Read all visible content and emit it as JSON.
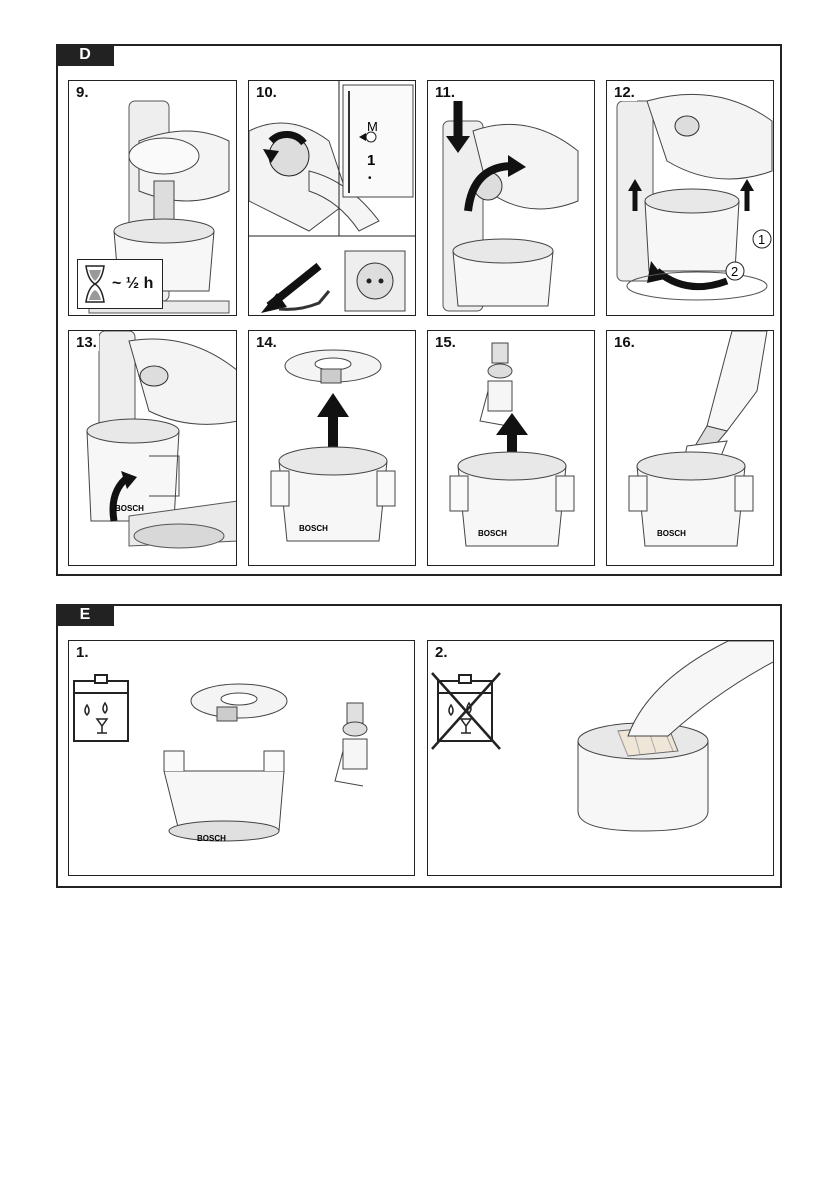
{
  "section_d": {
    "label": "D",
    "steps": [
      "9.",
      "10.",
      "11.",
      "12.",
      "13.",
      "14.",
      "15.",
      "16."
    ],
    "time_badge": "~ ½ h",
    "dial_marks": [
      "M",
      "1",
      "•"
    ],
    "callouts": [
      "1",
      "2"
    ],
    "brand": "BOSCH"
  },
  "section_e": {
    "label": "E",
    "steps": [
      "1.",
      "2."
    ],
    "brand": "BOSCH"
  },
  "colors": {
    "frame": "#222222",
    "arrow": "#1a1a1a",
    "appliance": "#f2f2f2",
    "shade": "#b8b8b8"
  }
}
